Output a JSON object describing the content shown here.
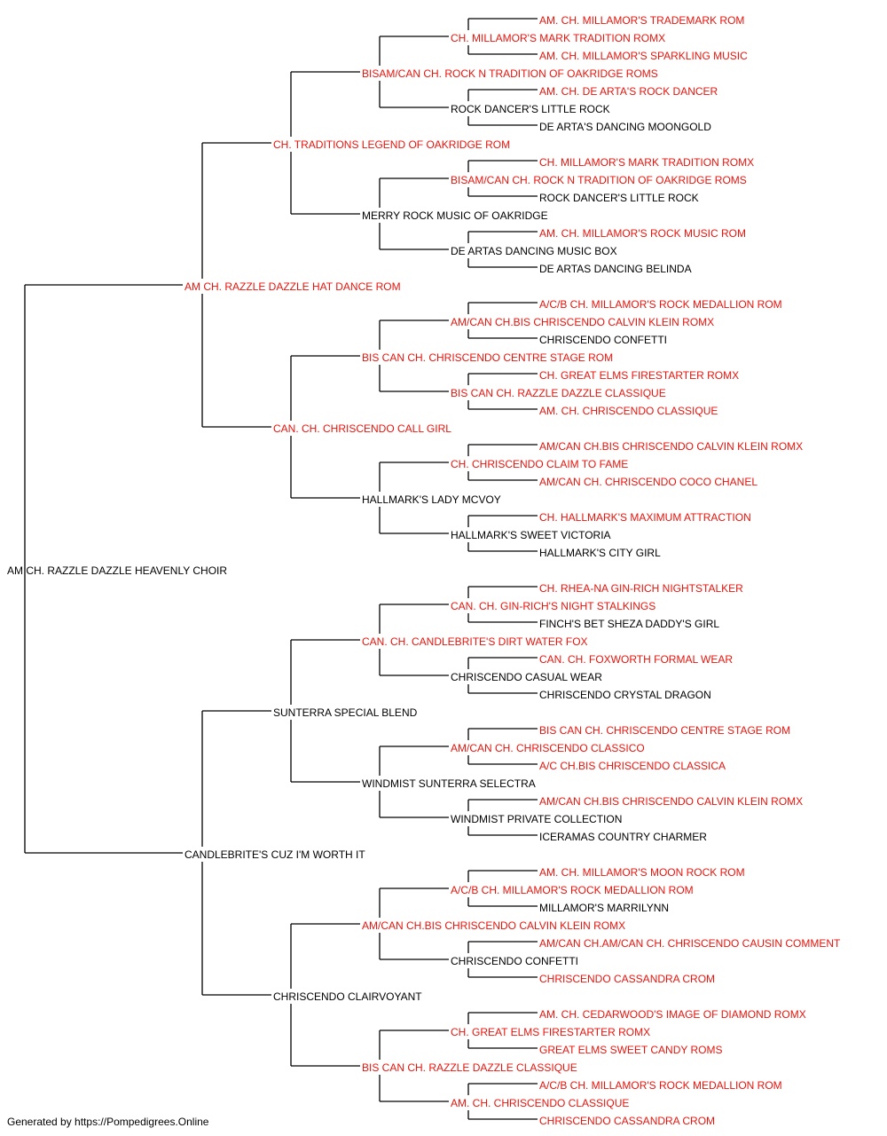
{
  "colors": {
    "champion": "#e8140c",
    "plain": "#000000",
    "lines": "#000000"
  },
  "footer": "Generated by https://Pompedigrees.Online",
  "pedigree": {
    "name": "AM CH. RAZZLE DAZZLE HEAVENLY CHOIR",
    "champion": false,
    "sire": {
      "name": "AM CH. RAZZLE DAZZLE HAT DANCE ROM",
      "champion": true,
      "sire": {
        "name": "CH. TRADITIONS LEGEND OF OAKRIDGE ROM",
        "champion": true,
        "sire": {
          "name": "BISAM/CAN CH. ROCK N TRADITION OF OAKRIDGE ROMS",
          "champion": true,
          "sire": {
            "name": "CH. MILLAMOR'S MARK TRADITION ROMX",
            "champion": true,
            "sire": {
              "name": "AM. CH. MILLAMOR'S TRADEMARK ROM",
              "champion": true
            },
            "dam": {
              "name": "AM. CH. MILLAMOR'S SPARKLING MUSIC",
              "champion": true
            }
          },
          "dam": {
            "name": "ROCK DANCER'S LITTLE ROCK",
            "champion": false,
            "sire": {
              "name": "AM. CH. DE ARTA'S ROCK DANCER",
              "champion": true
            },
            "dam": {
              "name": "DE ARTA'S DANCING MOONGOLD",
              "champion": false
            }
          }
        },
        "dam": {
          "name": "MERRY ROCK MUSIC OF OAKRIDGE",
          "champion": false,
          "sire": {
            "name": "BISAM/CAN CH. ROCK N TRADITION OF OAKRIDGE ROMS",
            "champion": true,
            "sire": {
              "name": "CH. MILLAMOR'S MARK TRADITION ROMX",
              "champion": true
            },
            "dam": {
              "name": "ROCK DANCER'S LITTLE ROCK",
              "champion": false
            }
          },
          "dam": {
            "name": "DE ARTAS DANCING MUSIC BOX",
            "champion": false,
            "sire": {
              "name": "AM. CH. MILLAMOR'S ROCK MUSIC ROM",
              "champion": true
            },
            "dam": {
              "name": "DE ARTAS DANCING BELINDA",
              "champion": false
            }
          }
        }
      },
      "dam": {
        "name": "CAN. CH. CHRISCENDO CALL GIRL",
        "champion": true,
        "sire": {
          "name": "BIS CAN CH. CHRISCENDO CENTRE STAGE ROM",
          "champion": true,
          "sire": {
            "name": "AM/CAN CH.BIS CHRISCENDO CALVIN KLEIN ROMX",
            "champion": true,
            "sire": {
              "name": "A/C/B CH. MILLAMOR'S ROCK MEDALLION ROM",
              "champion": true
            },
            "dam": {
              "name": "CHRISCENDO CONFETTI",
              "champion": false
            }
          },
          "dam": {
            "name": "BIS CAN CH. RAZZLE DAZZLE CLASSIQUE",
            "champion": true,
            "sire": {
              "name": "CH. GREAT ELMS FIRESTARTER ROMX",
              "champion": true
            },
            "dam": {
              "name": "AM. CH. CHRISCENDO CLASSIQUE",
              "champion": true
            }
          }
        },
        "dam": {
          "name": "HALLMARK'S LADY MCVOY",
          "champion": false,
          "sire": {
            "name": "CH. CHRISCENDO CLAIM TO FAME",
            "champion": true,
            "sire": {
              "name": "AM/CAN CH.BIS CHRISCENDO CALVIN KLEIN ROMX",
              "champion": true
            },
            "dam": {
              "name": "AM/CAN CH. CHRISCENDO COCO CHANEL",
              "champion": true
            }
          },
          "dam": {
            "name": "HALLMARK'S SWEET VICTORIA",
            "champion": false,
            "sire": {
              "name": "CH. HALLMARK'S MAXIMUM ATTRACTION",
              "champion": true
            },
            "dam": {
              "name": "HALLMARK'S CITY GIRL",
              "champion": false
            }
          }
        }
      }
    },
    "dam": {
      "name": "CANDLEBRITE'S CUZ I'M WORTH IT",
      "champion": false,
      "sire": {
        "name": "SUNTERRA SPECIAL BLEND",
        "champion": false,
        "sire": {
          "name": "CAN. CH. CANDLEBRITE'S DIRT WATER FOX",
          "champion": true,
          "sire": {
            "name": "CAN. CH. GIN-RICH'S NIGHT STALKINGS",
            "champion": true,
            "sire": {
              "name": "CH. RHEA-NA GIN-RICH NIGHTSTALKER",
              "champion": true
            },
            "dam": {
              "name": "FINCH'S BET SHEZA DADDY'S GIRL",
              "champion": false
            }
          },
          "dam": {
            "name": "CHRISCENDO CASUAL WEAR",
            "champion": false,
            "sire": {
              "name": "CAN. CH. FOXWORTH FORMAL WEAR",
              "champion": true
            },
            "dam": {
              "name": "CHRISCENDO CRYSTAL DRAGON",
              "champion": false
            }
          }
        },
        "dam": {
          "name": "WINDMIST SUNTERRA SELECTRA",
          "champion": false,
          "sire": {
            "name": "AM/CAN CH. CHRISCENDO CLASSICO",
            "champion": true,
            "sire": {
              "name": "BIS CAN CH. CHRISCENDO CENTRE STAGE ROM",
              "champion": true
            },
            "dam": {
              "name": "A/C CH.BIS CHRISCENDO CLASSICA",
              "champion": true
            }
          },
          "dam": {
            "name": "WINDMIST PRIVATE COLLECTION",
            "champion": false,
            "sire": {
              "name": "AM/CAN CH.BIS CHRISCENDO CALVIN KLEIN ROMX",
              "champion": true
            },
            "dam": {
              "name": "ICERAMAS COUNTRY CHARMER",
              "champion": false
            }
          }
        }
      },
      "dam": {
        "name": "CHRISCENDO CLAIRVOYANT",
        "champion": false,
        "sire": {
          "name": "AM/CAN CH.BIS CHRISCENDO CALVIN KLEIN ROMX",
          "champion": true,
          "sire": {
            "name": "A/C/B CH. MILLAMOR'S ROCK MEDALLION ROM",
            "champion": true,
            "sire": {
              "name": "AM. CH. MILLAMOR'S MOON ROCK ROM",
              "champion": true
            },
            "dam": {
              "name": "MILLAMOR'S MARRILYNN",
              "champion": false
            }
          },
          "dam": {
            "name": "CHRISCENDO CONFETTI",
            "champion": false,
            "sire": {
              "name": "AM/CAN CH.AM/CAN CH. CHRISCENDO CAUSIN COMMENT",
              "champion": true
            },
            "dam": {
              "name": "CHRISCENDO CASSANDRA CROM",
              "champion": true
            }
          }
        },
        "dam": {
          "name": "BIS CAN CH. RAZZLE DAZZLE CLASSIQUE",
          "champion": true,
          "sire": {
            "name": "CH. GREAT ELMS FIRESTARTER ROMX",
            "champion": true,
            "sire": {
              "name": "AM. CH. CEDARWOOD'S IMAGE OF DIAMOND ROMX",
              "champion": true
            },
            "dam": {
              "name": "GREAT ELMS SWEET CANDY ROMS",
              "champion": true
            }
          },
          "dam": {
            "name": "AM. CH. CHRISCENDO CLASSIQUE",
            "champion": true,
            "sire": {
              "name": "A/C/B CH. MILLAMOR'S ROCK MEDALLION ROM",
              "champion": true
            },
            "dam": {
              "name": "CHRISCENDO CASSANDRA CROM",
              "champion": true
            }
          }
        }
      }
    }
  }
}
